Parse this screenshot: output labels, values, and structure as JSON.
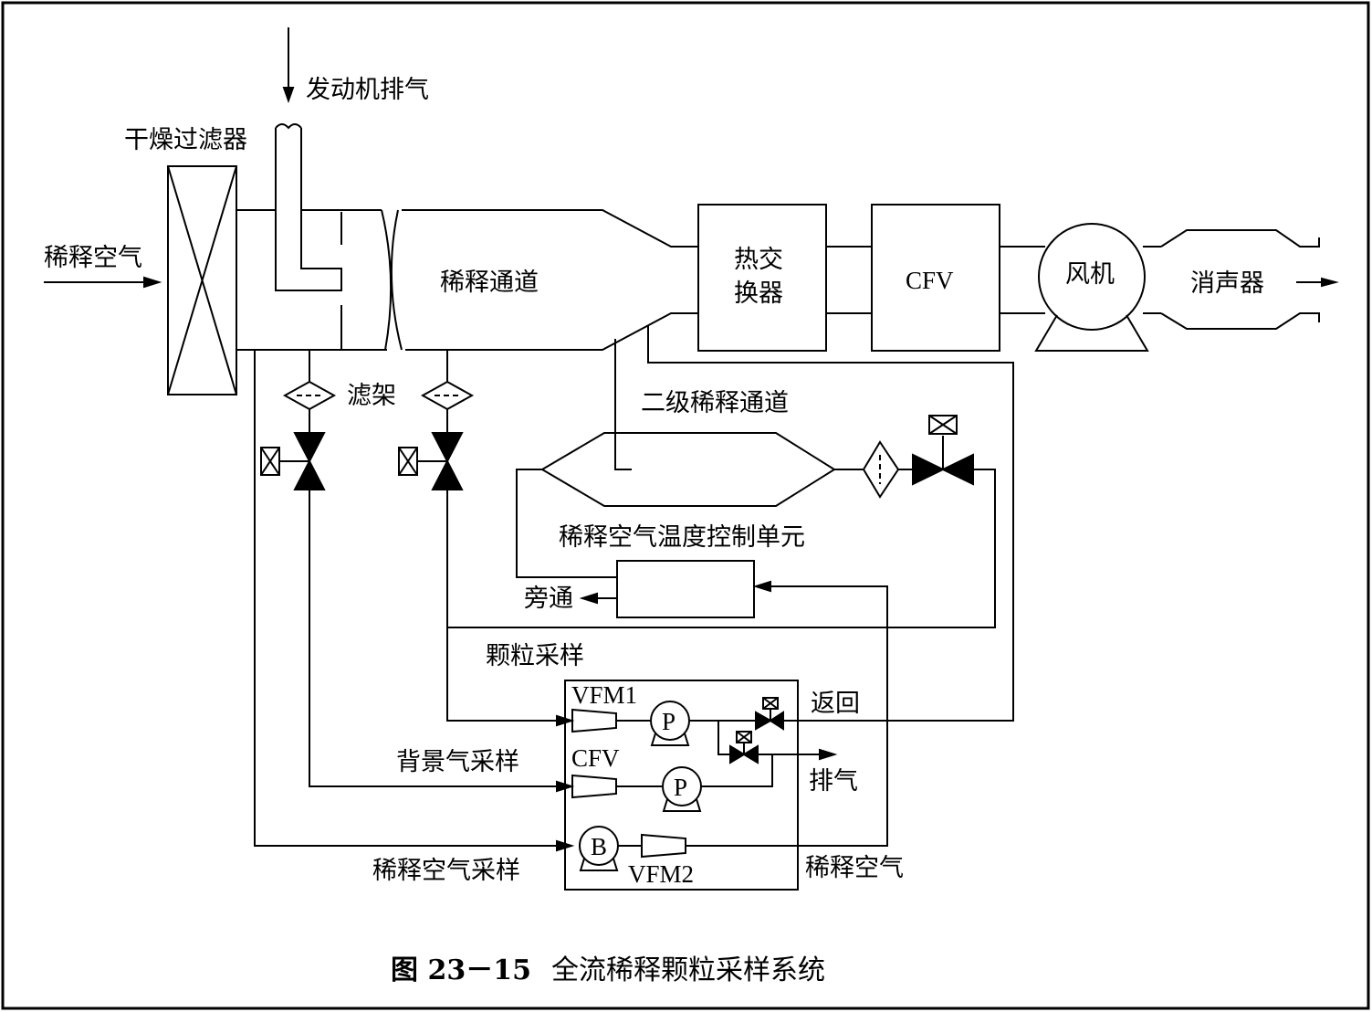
{
  "labels": {
    "engine_exhaust": "发动机排气",
    "dry_filter": "干燥过滤器",
    "dilution_air_in": "稀释空气",
    "dilution_tunnel": "稀释通道",
    "heat_exchanger_line1": "热交",
    "heat_exchanger_line2": "换器",
    "cfv_main": "CFV",
    "fan": "风机",
    "muffler": "消声器",
    "filter_holder": "滤架",
    "secondary_tunnel": "二级稀释通道",
    "temp_control_unit": "稀释空气温度控制单元",
    "bypass": "旁通",
    "particle_sampling": "颗粒采样",
    "vfm1": "VFM1",
    "return": "返回",
    "background_sampling": "背景气采样",
    "cfv_sample": "CFV",
    "exhaust_out": "排气",
    "dilution_air_sampling": "稀释空气采样",
    "vfm2": "VFM2",
    "dilution_air_right": "稀释空气",
    "pump_p": "P",
    "pump_b": "B"
  },
  "caption": {
    "figure": "图 23－15",
    "title": "全流稀释颗粒采样系统"
  }
}
